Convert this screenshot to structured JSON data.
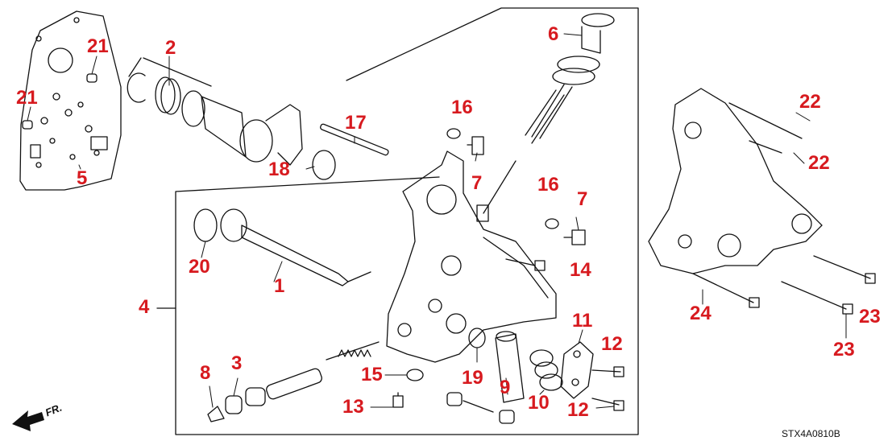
{
  "colors": {
    "callout": "#d71a1f",
    "line": "#111111",
    "code": "#111111"
  },
  "diagram": {
    "drawing_code": "STX4A0810B",
    "front_marker": "FR."
  },
  "callouts": {
    "c1": "1",
    "c2": "2",
    "c3": "3",
    "c4": "4",
    "c5": "5",
    "c6": "6",
    "c7a": "7",
    "c7b": "7",
    "c8": "8",
    "c9": "9",
    "c10": "10",
    "c11": "11",
    "c12a": "12",
    "c12b": "12",
    "c13": "13",
    "c14": "14",
    "c15": "15",
    "c16a": "16",
    "c16b": "16",
    "c17": "17",
    "c18": "18",
    "c19": "19",
    "c20": "20",
    "c21a": "21",
    "c21b": "21",
    "c22a": "22",
    "c22b": "22",
    "c23a": "23",
    "c23b": "23",
    "c24": "24"
  }
}
